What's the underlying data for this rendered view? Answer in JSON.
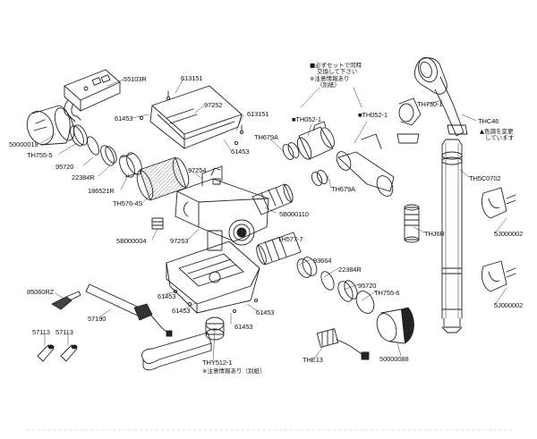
{
  "diagram": {
    "labels": {
      "p55103R": "55103R",
      "p613151a": "613151",
      "p97252": "97252",
      "p61453a": "61453",
      "p613151b": "613151",
      "p61453b": "61453",
      "p50000019": "50000019",
      "pTH7555": "TH755-5",
      "p95720a": "95720",
      "p22384Ra": "22384R",
      "p186521R": "186521R",
      "p97254": "97254",
      "pTH5764S": "TH576-4S",
      "p5B000004": "5B000004",
      "p97253": "97253",
      "pTH679Aa": "TH679A",
      "pTHD521": "■TH052-1",
      "pTHD521b": "■TH052-1",
      "pTH679Ab": "TH679A",
      "p5B000110": "5B000110",
      "pTH5777": "TH577-7",
      "p93664": "93664",
      "p22384Rb": "22384R",
      "p95720b": "95720",
      "pTH7556": "TH755-6",
      "p85060RZ": "85060RZ",
      "p57190": "57190",
      "p61453c": "61453",
      "p61453d": "61453",
      "p61453e": "61453",
      "p61453f": "61453",
      "p57113a": "57113",
      "p57113b": "57113",
      "pTHY5121": "THY512-1",
      "pTHE13": "THE13",
      "p50000088": "50000088",
      "pTH7301": "TH730-1",
      "pTHC46": "THC46",
      "pTH5C0702": "TH5C0702",
      "pTHJ6R": "THJ6R",
      "p5J000002a": "5J000002",
      "p5J000002b": "5J000002"
    },
    "notes": {
      "set_line1": "■必ずセットで同時",
      "set_line2": "交換して下さい",
      "set_line3": "※注意情報あり",
      "set_line4": "（別紙）",
      "color_line1": "▲色調を変更",
      "color_line2": "しています",
      "bottom_note": "※注意情報あり（別紙）"
    }
  }
}
